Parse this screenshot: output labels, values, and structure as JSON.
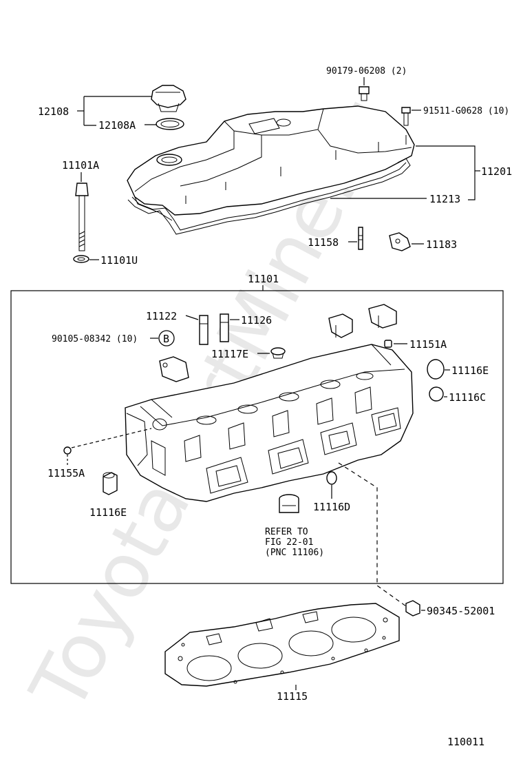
{
  "watermark": "ToyotaPartMine.ru",
  "frame_label": "11101",
  "figure_number": "110011",
  "labels": {
    "p12108": "12108",
    "p12108A": "12108A",
    "p90179": "90179-06208 (2)",
    "p91511": "91511-G0628 (10)",
    "p11201": "11201",
    "p11213": "11213",
    "p11101A": "11101A",
    "p11101U": "11101U",
    "p11158": "11158",
    "p11183": "11183",
    "p11122": "11122",
    "p11126": "11126",
    "p90105": "90105-08342 (10)",
    "ref_b": "B",
    "p11117E": "11117E",
    "p11151A": "11151A",
    "p11116E_right": "11116E",
    "p11116C": "11116C",
    "p11155A": "11155A",
    "p11116E_left": "11116E",
    "p11116D": "11116D",
    "refer_line1": "REFER TO",
    "refer_line2": "FIG 22-01",
    "refer_line3": "(PNC 11106)",
    "p90345": "90345-52001",
    "p11115": "11115"
  }
}
